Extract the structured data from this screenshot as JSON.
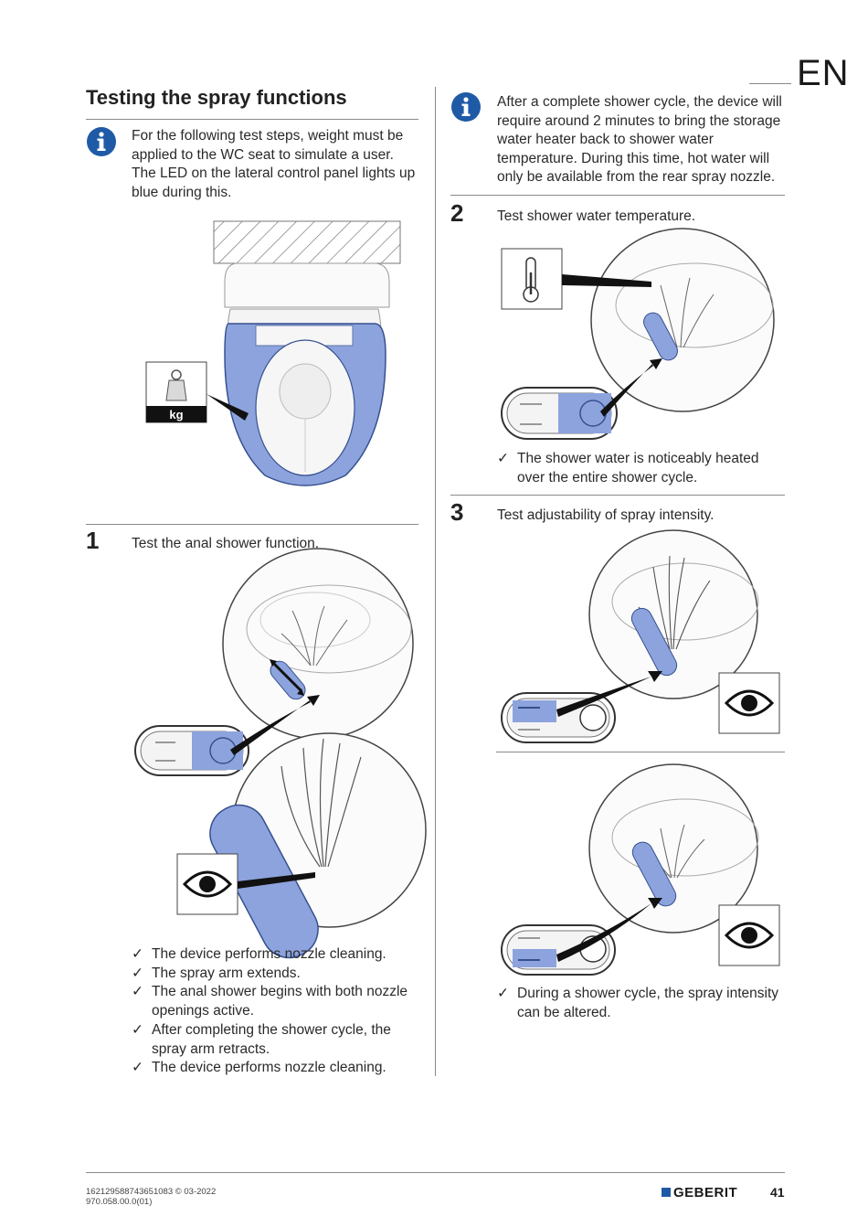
{
  "header": {
    "language": "EN",
    "title": "Testing the spray functions"
  },
  "left": {
    "info_text": "For the following test steps, weight must be applied to the WC seat to simulate a user. The LED on the lateral control panel lights up blue during this.",
    "weight_label": "kg",
    "step1": {
      "number": "1",
      "text": "Test the anal shower function.",
      "results": [
        "The device performs nozzle cleaning.",
        "The spray arm extends.",
        "The anal shower begins with both nozzle openings active.",
        "After completing the shower cycle, the spray arm retracts.",
        "The device performs nozzle cleaning."
      ]
    }
  },
  "right": {
    "info_text": "After a complete shower cycle, the device will require around 2 minutes to bring the storage water heater back to shower water temperature. During this time, hot water will only be available from the rear spray nozzle.",
    "step2": {
      "number": "2",
      "text": "Test shower water temperature.",
      "results": [
        "The shower water is noticeably heated over the entire shower cycle."
      ]
    },
    "step3": {
      "number": "3",
      "text": "Test adjustability of spray intensity.",
      "results": [
        "During a shower cycle, the spray intensity can be altered."
      ]
    }
  },
  "icons": {
    "info": "info-icon",
    "weight": "weight-icon",
    "thermometer": "thermometer-icon",
    "eye": "eye-icon",
    "check": "✓"
  },
  "colors": {
    "highlight_blue": "#8da3dd",
    "info_blue": "#1f5aa6"
  },
  "footer": {
    "code_line1": "162129588743651083 © 03-2022",
    "code_line2": "970.058.00.0(01)",
    "brand": "GEBERIT",
    "page_number": "41"
  }
}
